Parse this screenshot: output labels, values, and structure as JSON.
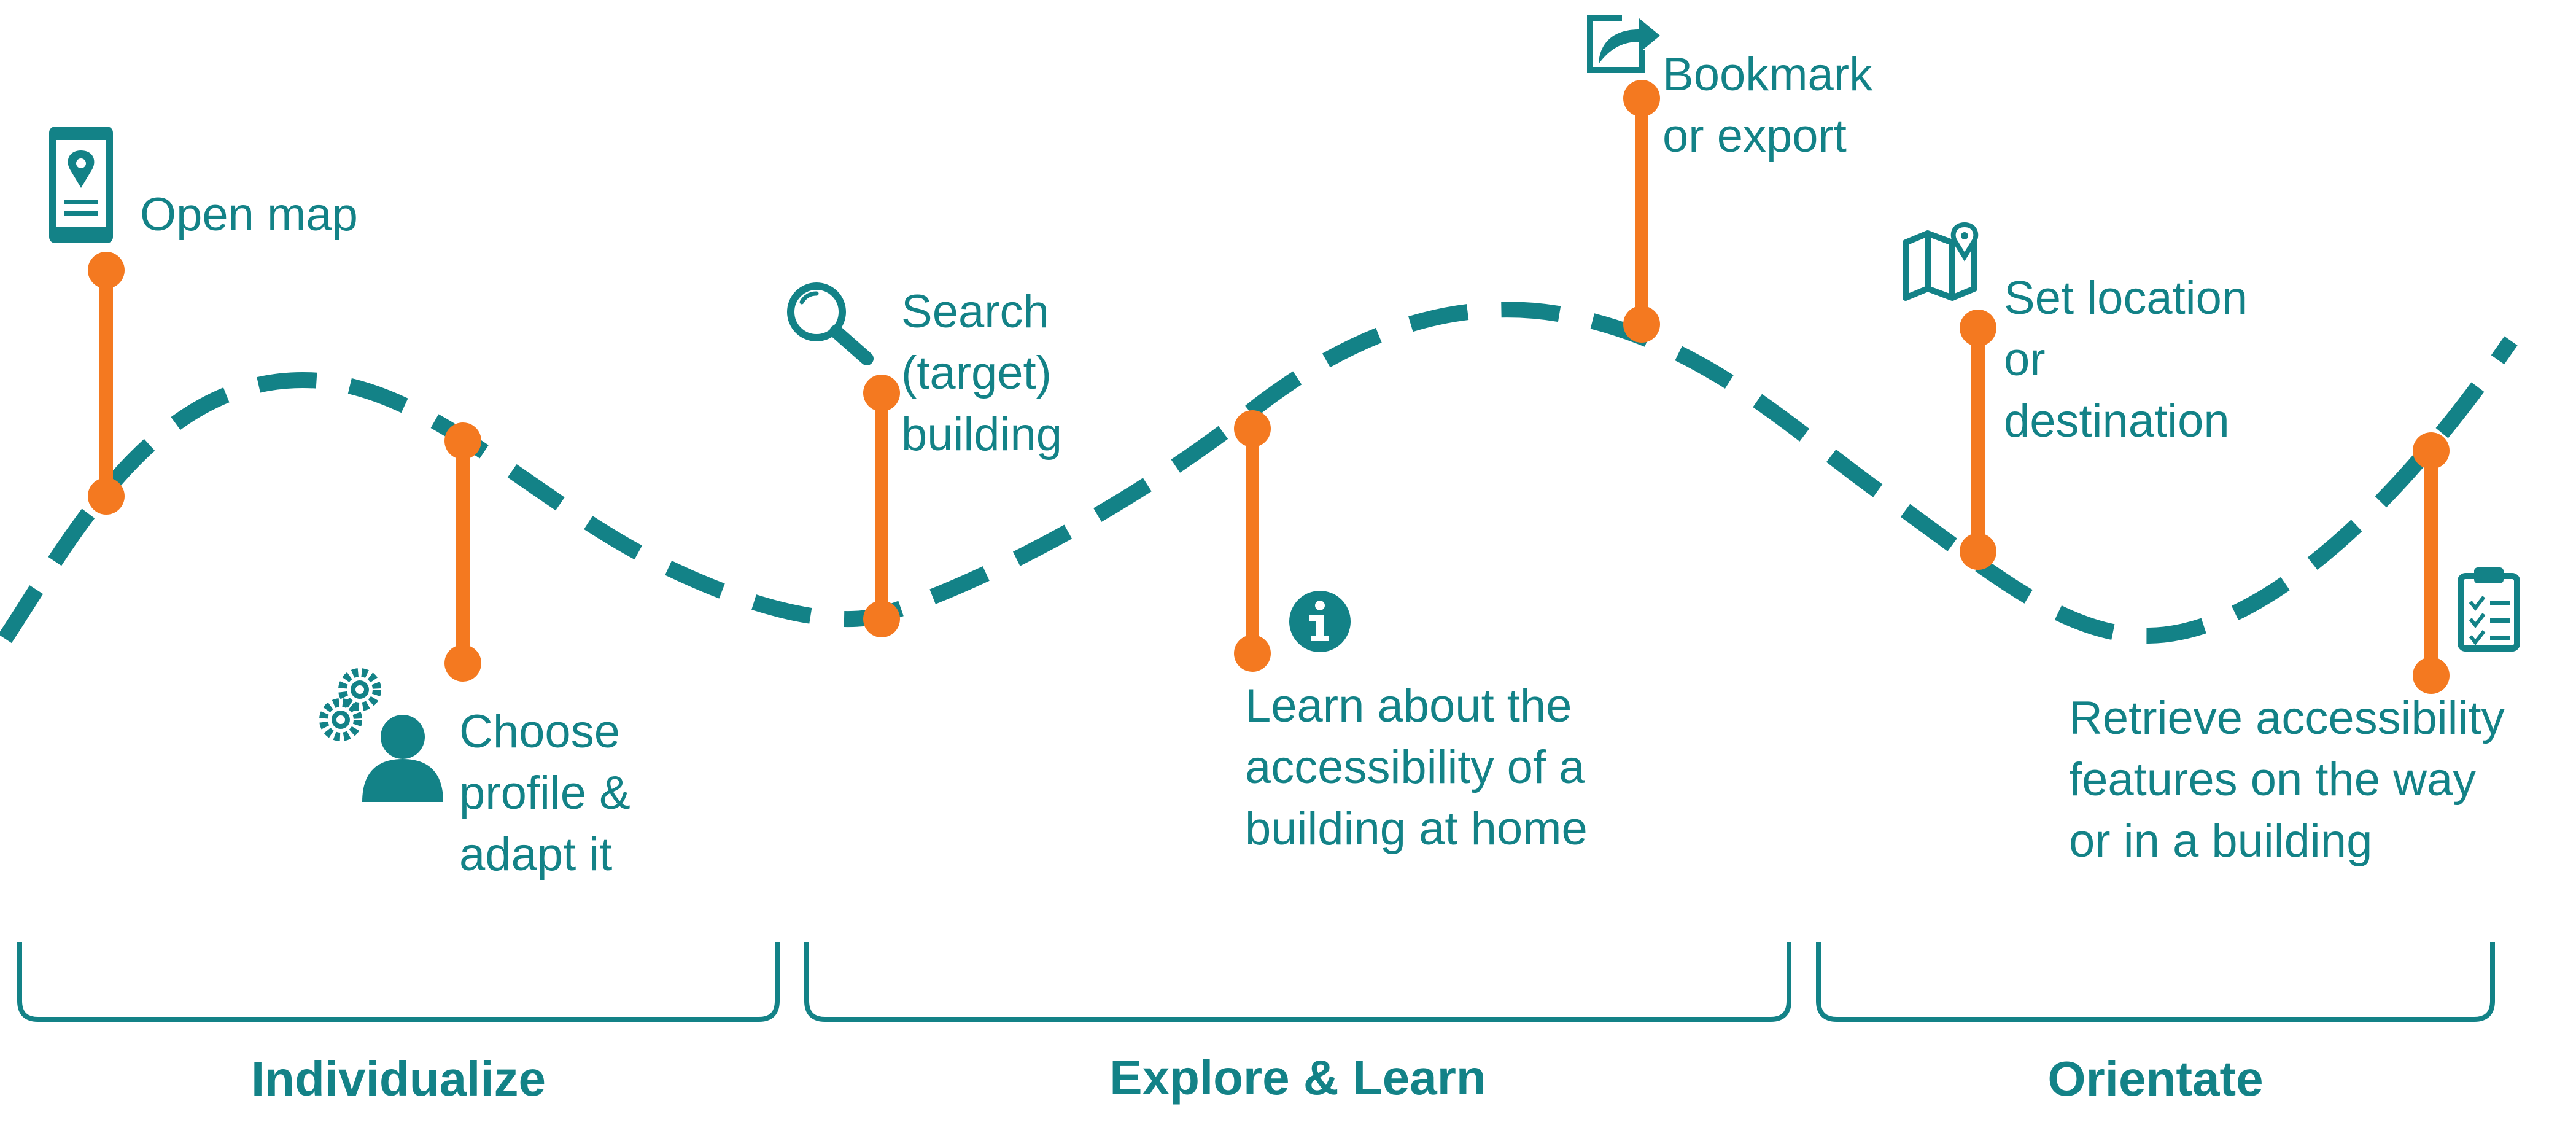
{
  "colors": {
    "teal": "#138287",
    "orange": "#F47920",
    "background": "#FFFFFF"
  },
  "steps": [
    {
      "id": "open-map",
      "lines": [
        "Open map"
      ],
      "icon": "smartphone-map-pin-icon"
    },
    {
      "id": "choose-profile",
      "lines": [
        "Choose",
        "profile &",
        "adapt it"
      ],
      "icon": "user-settings-icon"
    },
    {
      "id": "search-building",
      "lines": [
        "Search",
        "(target)",
        "building"
      ],
      "icon": "magnifier-icon"
    },
    {
      "id": "learn-accessibility",
      "lines": [
        "Learn about the",
        "accessibility of a",
        "building at home"
      ],
      "icon": "info-icon"
    },
    {
      "id": "bookmark-export",
      "lines": [
        "Bookmark",
        "or export"
      ],
      "icon": "share-export-icon"
    },
    {
      "id": "set-location",
      "lines": [
        "Set location",
        "or",
        "destination"
      ],
      "icon": "folded-map-pin-icon"
    },
    {
      "id": "retrieve-features",
      "lines": [
        "Retrieve accessibility",
        "features on the way",
        "or in a building"
      ],
      "icon": "clipboard-checklist-icon"
    }
  ],
  "phases": [
    {
      "id": "individualize",
      "label": "Individualize"
    },
    {
      "id": "explore-learn",
      "label": "Explore & Learn"
    },
    {
      "id": "orientate",
      "label": "Orientate"
    }
  ]
}
